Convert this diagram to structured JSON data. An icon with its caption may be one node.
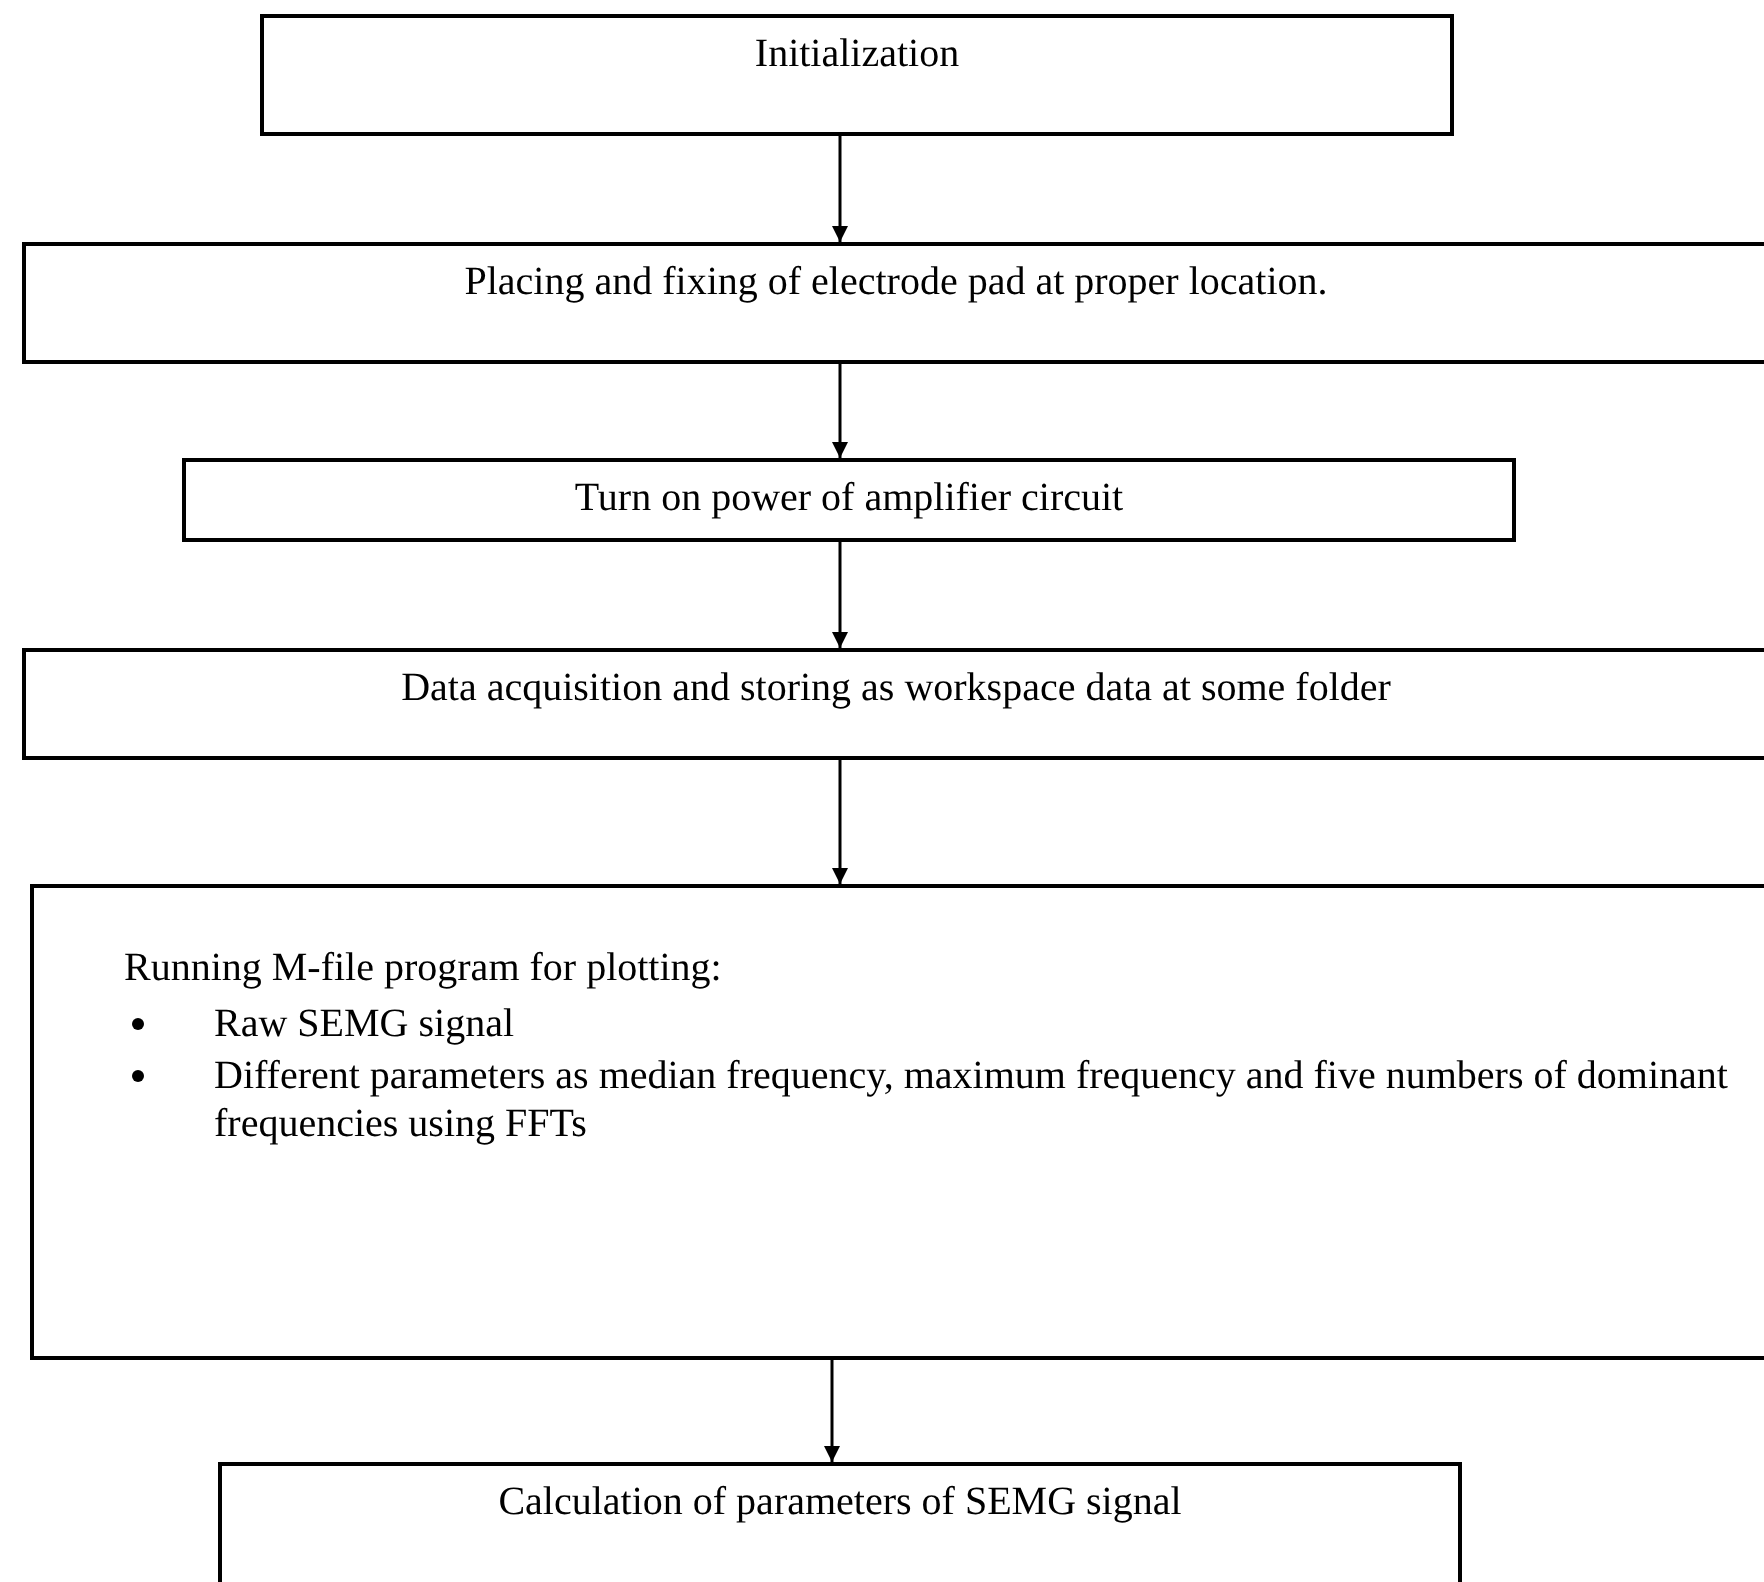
{
  "diagram": {
    "nodes": [
      {
        "text": [
          "Initialization"
        ]
      },
      {
        "text": [
          "Placing and fixing of electrode pad at proper location."
        ]
      },
      {
        "text": [
          "Turn on power of amplifier circuit"
        ]
      },
      {
        "text": [
          "Data acquisition and storing as workspace data at some folder"
        ]
      },
      {
        "text": [
          "Running M-file program for plotting:",
          "Raw SEMG signal",
          "Different parameters as median frequency, maximum frequency and five numbers of dominant frequencies using FFTs"
        ]
      },
      {
        "text": [
          "Calculation of parameters of SEMG signal"
        ]
      }
    ],
    "edges": [
      {
        "from": 0,
        "to": 1,
        "arrow": "to"
      },
      {
        "from": 1,
        "to": 2,
        "arrow": "to"
      },
      {
        "from": 2,
        "to": 3,
        "arrow": "to"
      },
      {
        "from": 3,
        "to": 4,
        "arrow": "to"
      },
      {
        "from": 4,
        "to": 5,
        "arrow": "to"
      }
    ]
  }
}
